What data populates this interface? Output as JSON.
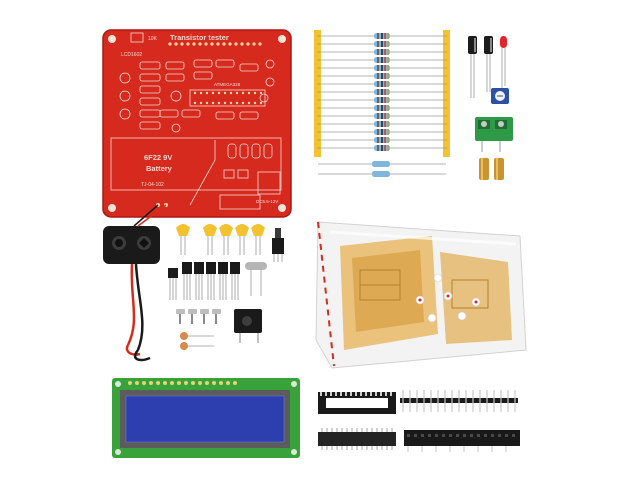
{
  "pcb": {
    "title": "Transistor tester",
    "battery_label": "6F22 9V",
    "battery_label2": "Battery",
    "board_code": "TJ-04-102",
    "dc_label": "DC5.5-12V",
    "lcd_label": "LCD1602",
    "mcu_label": "ATMEGA328",
    "pot_label": "10K"
  },
  "colors": {
    "pcb": "#d62a1e",
    "pcb_dark": "#b01f15",
    "lcd_board": "#3aa23a",
    "lcd_screen": "#2d3fae",
    "resistor_body": "#7fb6dc",
    "tape": "#f2c230",
    "brass": "#c8942e",
    "terminal": "#2e9a48"
  }
}
